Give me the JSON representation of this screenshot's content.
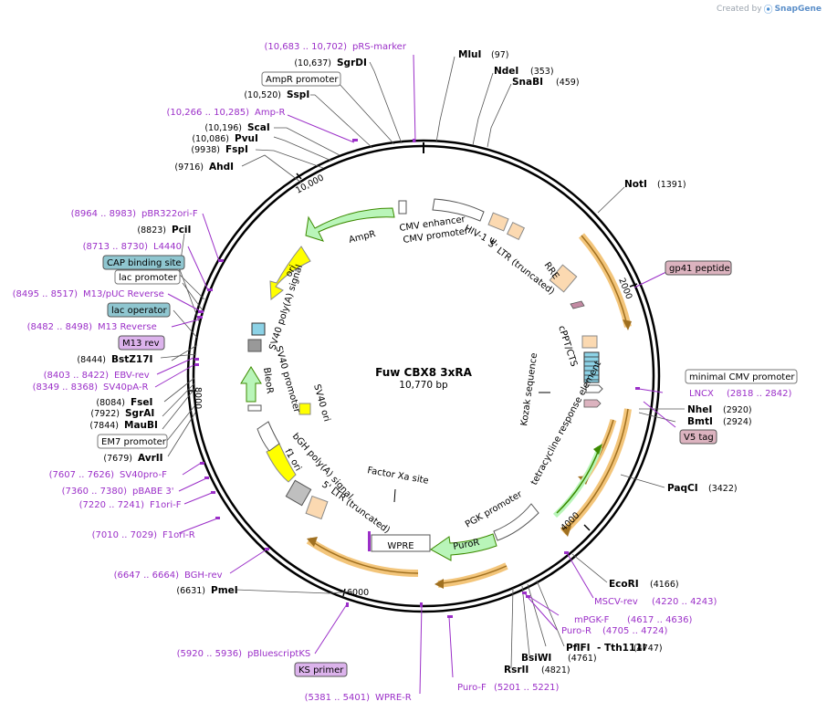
{
  "credit": {
    "prefix": "Created by",
    "brand": "SnapGene"
  },
  "plasmid": {
    "name": "Fuw CBX8 3xRA",
    "size": "10,770 bp"
  },
  "ticks": [
    "2000",
    "4000",
    "6000",
    "8000",
    "10,000"
  ],
  "enzymes": [
    {
      "name": "MluI",
      "pos": "(97)"
    },
    {
      "name": "NdeI",
      "pos": "(353)"
    },
    {
      "name": "SnaBI",
      "pos": "(459)"
    },
    {
      "name": "NotI",
      "pos": "(1391)"
    },
    {
      "name": "NheI",
      "pos": "(2920)"
    },
    {
      "name": "BmtI",
      "pos": "(2924)"
    },
    {
      "name": "PaqCI",
      "pos": "(3422)"
    },
    {
      "name": "EcoRI",
      "pos": "(4166)"
    },
    {
      "name": "PflFI",
      "pos": ""
    },
    {
      "name": "- Tth111I",
      "pos": "(4747)"
    },
    {
      "name": "BsiWI",
      "pos": "(4761)"
    },
    {
      "name": "RsrII",
      "pos": "(4821)"
    },
    {
      "name": "PmeI",
      "pos": "(6631)"
    },
    {
      "name": "AvrII",
      "pos": "(7679)"
    },
    {
      "name": "MauBI",
      "pos": "(7844)"
    },
    {
      "name": "SgrAI",
      "pos": "(7922)"
    },
    {
      "name": "FseI",
      "pos": "(8084)"
    },
    {
      "name": "BstZ17I",
      "pos": "(8444)"
    },
    {
      "name": "PciI",
      "pos": "(8823)"
    },
    {
      "name": "AhdI",
      "pos": "(9716)"
    },
    {
      "name": "FspI",
      "pos": "(9938)"
    },
    {
      "name": "PvuI",
      "pos": "(10,086)"
    },
    {
      "name": "ScaI",
      "pos": "(10,196)"
    },
    {
      "name": "SspI",
      "pos": "(10,520)"
    },
    {
      "name": "SgrDI",
      "pos": "(10,637)"
    }
  ],
  "primers": [
    {
      "pos": "(10,683 .. 10,702)",
      "name": "pRS-marker"
    },
    {
      "pos": "(10,266 .. 10,285)",
      "name": "Amp-R"
    },
    {
      "pos": "(8964 .. 8983)",
      "name": "pBR322ori-F"
    },
    {
      "pos": "(8713 .. 8730)",
      "name": "L4440"
    },
    {
      "pos": "(8495 .. 8517)",
      "name": "M13/pUC Reverse"
    },
    {
      "pos": "(8482 .. 8498)",
      "name": "M13 Reverse"
    },
    {
      "pos": "(8403 .. 8422)",
      "name": "EBV-rev"
    },
    {
      "pos": "(8349 .. 8368)",
      "name": "SV40pA-R"
    },
    {
      "pos": "(7607 .. 7626)",
      "name": "SV40pro-F"
    },
    {
      "pos": "(7360 .. 7380)",
      "name": "pBABE 3'"
    },
    {
      "pos": "(7220 .. 7241)",
      "name": "F1ori-F"
    },
    {
      "pos": "(7010 .. 7029)",
      "name": "F1ori-R"
    },
    {
      "pos": "(6647 .. 6664)",
      "name": "BGH-rev"
    },
    {
      "pos": "(5920 .. 5936)",
      "name": "pBluescriptKS"
    },
    {
      "pos": "(5381 .. 5401)",
      "name": "WPRE-R"
    },
    {
      "pos": "(5201 .. 5221)",
      "name": "Puro-F"
    },
    {
      "pos": "(4705 .. 4724)",
      "name": "Puro-R"
    },
    {
      "pos": "(4617 .. 4636)",
      "name": "mPGK-F"
    },
    {
      "pos": "(4220 .. 4243)",
      "name": "MSCV-rev"
    },
    {
      "pos": "(2818 .. 2842)",
      "name": "LNCX"
    }
  ],
  "boxed_labels": {
    "ampr_promoter": "AmpR promoter",
    "cap": "CAP binding site",
    "lac_promoter": "lac promoter",
    "lac_operator": "lac operator",
    "m13_rev": "M13 rev",
    "em7": "EM7 promoter",
    "gp41": "gp41 peptide",
    "min_cmv": "minimal CMV promoter",
    "v5": "V5 tag",
    "ks": "KS primer",
    "wpre": "WPRE"
  },
  "features": {
    "ampr": "AmpR",
    "ori": "ori",
    "cmv_enh": "CMV enhancer",
    "cmv_prom": "CMV promoter",
    "hiv_psi": "HIV-1 Ψ",
    "ltr5": "5' LTR (truncated)",
    "rre": "RRE",
    "cppt": "cPPT/CTS",
    "kozak": "Kozak sequence",
    "tre": "tetracycline response element",
    "pgk": "PGK promoter",
    "puror": "PuroR",
    "factor_xa": "Factor Xa site",
    "ltr5b": "5' LTR (truncated)",
    "bgh": "bGH poly(A) signal",
    "f1": "f1 ori",
    "sv40_prom": "SV40 promoter",
    "bleor": "BleoR",
    "sv40_ori": "SV40 ori",
    "sv40_polya": "SV40 poly(A) signal"
  },
  "colors": {
    "enzyme": "#000000",
    "primer": "#9b2fc8",
    "backbone": "#000000",
    "cds_orange": "#f3c57a",
    "cds_green": "#b9f5b9",
    "ori_yellow": "#ffff00",
    "ltr_peach": "#fbd9b1",
    "lac_blue": "#8fc6d0",
    "tag_pink": "#dcb3bf"
  }
}
